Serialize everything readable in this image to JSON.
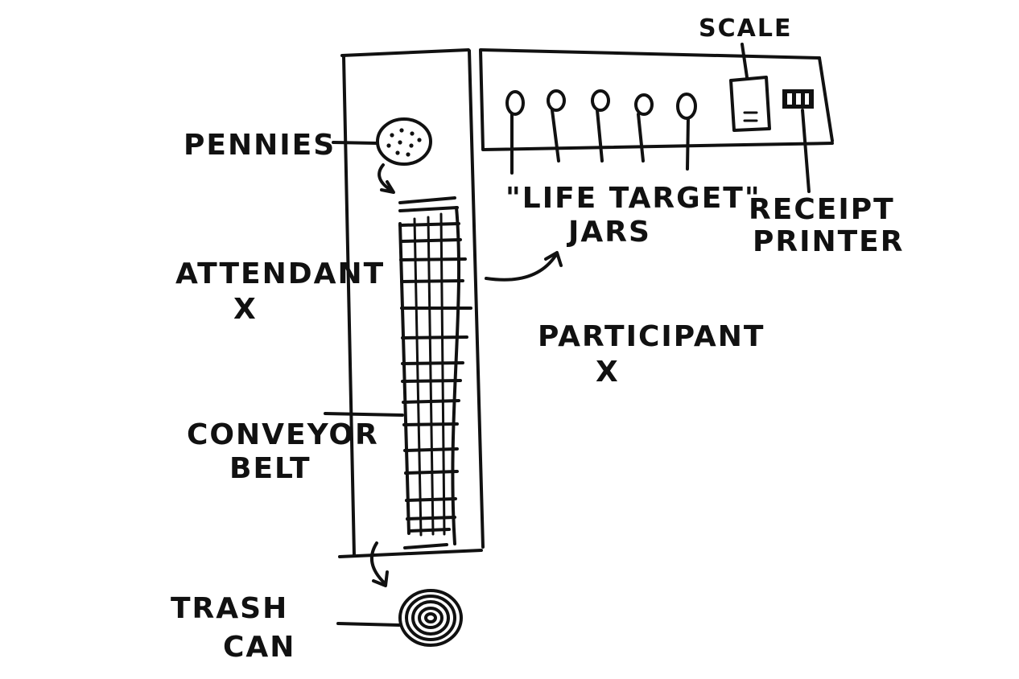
{
  "labels": {
    "pennies": "PENNIES",
    "attendant": "ATTENDANT",
    "conveyor_line1": "CONVEYOR",
    "conveyor_line2": "BELT",
    "trash_line1": "TRASH",
    "trash_line2": "CAN",
    "scale": "SCALE",
    "jars_line1": "\"LIFE TARGET\"",
    "jars_line2": "JARS",
    "receipt_line1": "RECEIPT",
    "receipt_line2": "PRINTER",
    "participant": "PARTICIPANT"
  },
  "markers": {
    "attendant_mark": "X",
    "participant_mark": "X"
  },
  "colors": {
    "ink": "#111111",
    "paper": "#ffffff"
  }
}
